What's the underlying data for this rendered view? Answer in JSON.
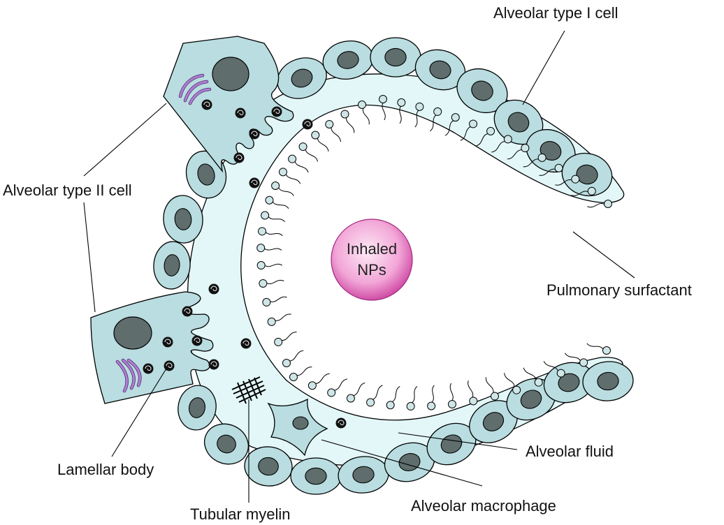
{
  "labels": {
    "type1": "Alveolar type I cell",
    "type2": "Alveolar type II cell",
    "surfactant": "Pulmonary surfactant",
    "fluid": "Alveolar fluid",
    "macrophage": "Alveolar macrophage",
    "lamellar": "Lamellar body",
    "myelin": "Tubular myelin",
    "np_line1": "Inhaled",
    "np_line2": "NPs"
  },
  "colors": {
    "cell_fill": "#b9dde0",
    "nucleus_fill": "#5f6d6d",
    "fluid_fill": "#e3f7f8",
    "golgi": "#b07fd6",
    "lamellar_body": "#111111",
    "np_center": "#fbe3f3",
    "np_edge": "#c02590"
  }
}
